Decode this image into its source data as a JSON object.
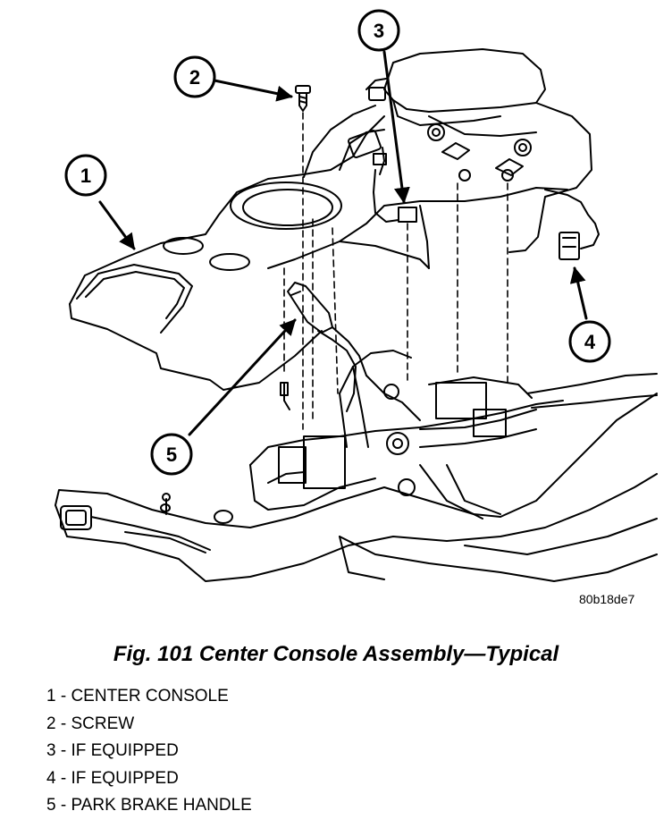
{
  "figure": {
    "code": "80b18de7",
    "caption": "Fig. 101 Center Console Assembly—Typical"
  },
  "callouts": [
    {
      "number": "1"
    },
    {
      "number": "2"
    },
    {
      "number": "3"
    },
    {
      "number": "4"
    },
    {
      "number": "5"
    }
  ],
  "legend": [
    {
      "text": "1 - CENTER CONSOLE"
    },
    {
      "text": "2 - SCREW"
    },
    {
      "text": "3 - IF EQUIPPED"
    },
    {
      "text": "4 - IF EQUIPPED"
    },
    {
      "text": "5 - PARK BRAKE HANDLE"
    }
  ]
}
